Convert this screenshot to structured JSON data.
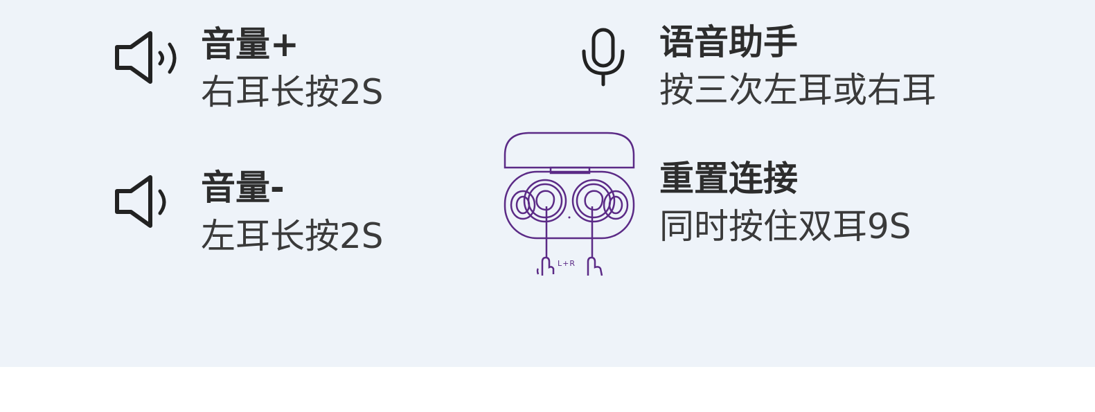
{
  "controls": [
    {
      "id": "volume-up",
      "icon": "speaker-loud-icon",
      "title": "音量+",
      "description": "右耳长按2S"
    },
    {
      "id": "volume-down",
      "icon": "speaker-quiet-icon",
      "title": "音量-",
      "description": "左耳长按2S"
    },
    {
      "id": "voice-assistant",
      "icon": "microphone-icon",
      "title": "语音助手",
      "description": "按三次左耳或右耳"
    },
    {
      "id": "reset-pairing",
      "icon": "earbuds-case-icon",
      "title": "重置连接",
      "description": "同时按住双耳9S",
      "illustration_label": "L+R"
    }
  ],
  "colors": {
    "panel_background": "#eef3f9",
    "icon_stroke": "#222222",
    "illustration_stroke": "#5b2a86"
  }
}
